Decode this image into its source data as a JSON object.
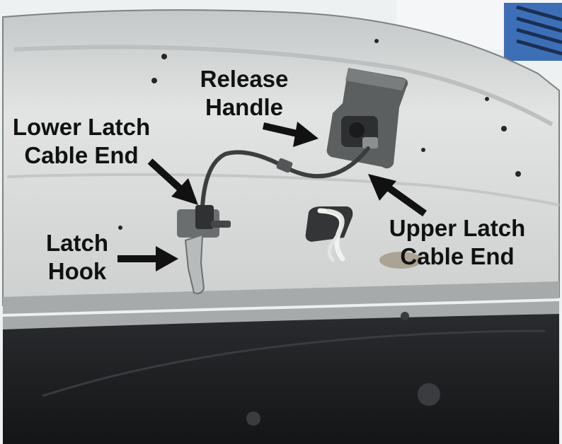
{
  "photo": {
    "subject": "underside of a vehicle hood with the hood release latch and cable assembly"
  },
  "labels": {
    "release_handle": [
      "Release",
      "Handle"
    ],
    "lower_latch_cable_end": [
      "Lower Latch",
      "Cable End"
    ],
    "latch_hook": [
      "Latch",
      "Hook"
    ],
    "upper_latch_cable_end": [
      "Upper Latch",
      "Cable End"
    ]
  },
  "colors": {
    "label_text": "#111111",
    "arrow": "#111111",
    "hood_panel": "#d4d7d6",
    "insulation_pad": "#1e1f21"
  },
  "icons": [
    "arrow-right-icon",
    "arrow-down-right-icon",
    "arrow-left-icon",
    "arrow-up-left-icon"
  ]
}
